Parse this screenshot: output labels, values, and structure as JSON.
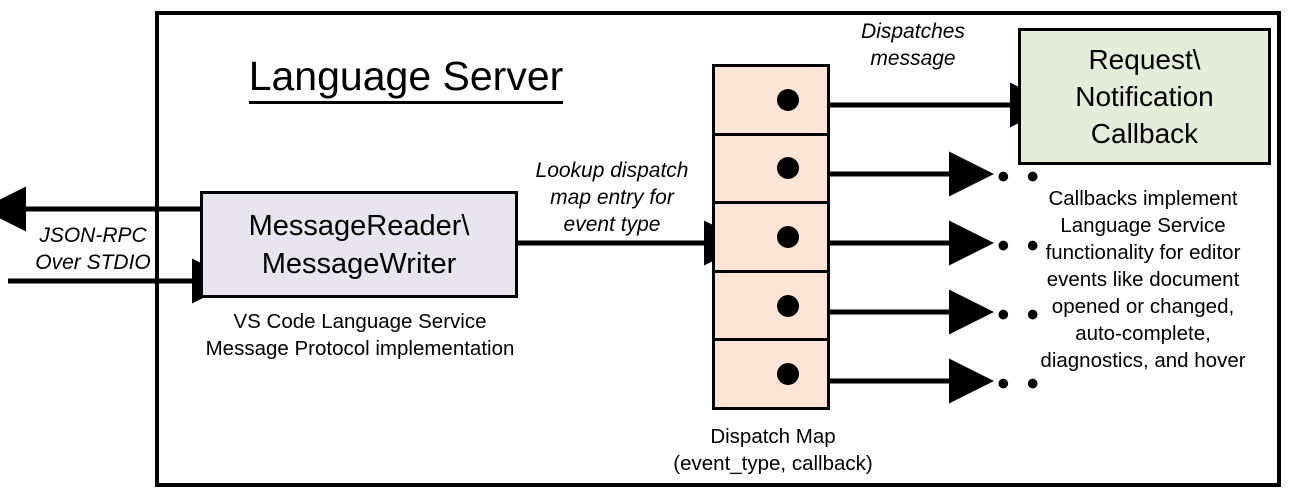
{
  "diagram": {
    "title": "Language Server",
    "frame_label": "Language Server"
  },
  "colors": {
    "reader_box_fill": "#e9e5ef",
    "dispatch_map_fill": "#fce5d6",
    "callback_box_fill": "#e6ecda",
    "stroke": "#000000",
    "background": "#ffffff"
  },
  "nodes": {
    "reader": {
      "label": "MessageReader\\\nMessageWriter",
      "caption": "VS Code Language Service\nMessage Protocol implementation"
    },
    "dispatch_map": {
      "caption": "Dispatch Map\n(event_type, callback)",
      "rows": [
        {
          "dot": "entry-dot"
        },
        {
          "dot": "entry-dot"
        },
        {
          "dot": "entry-dot"
        },
        {
          "dot": "entry-dot"
        },
        {
          "dot": "entry-dot"
        }
      ]
    },
    "callback": {
      "label": "Request\\\nNotification\nCallback",
      "caption": "Callbacks implement\nLanguage Service\nfunctionality for editor\nevents like document\nopened or changed,\nauto-complete,\ndiagnostics, and hover"
    }
  },
  "edges": {
    "external_io": "JSON-RPC\nOver STDIO",
    "lookup": "Lookup dispatch\nmap entry for\nevent type",
    "dispatch": "Dispatches\nmessage"
  },
  "ellipses": {
    "mark": "• • •",
    "rows": [
      "• • •",
      "• • •",
      "• • •",
      "• • •"
    ]
  }
}
